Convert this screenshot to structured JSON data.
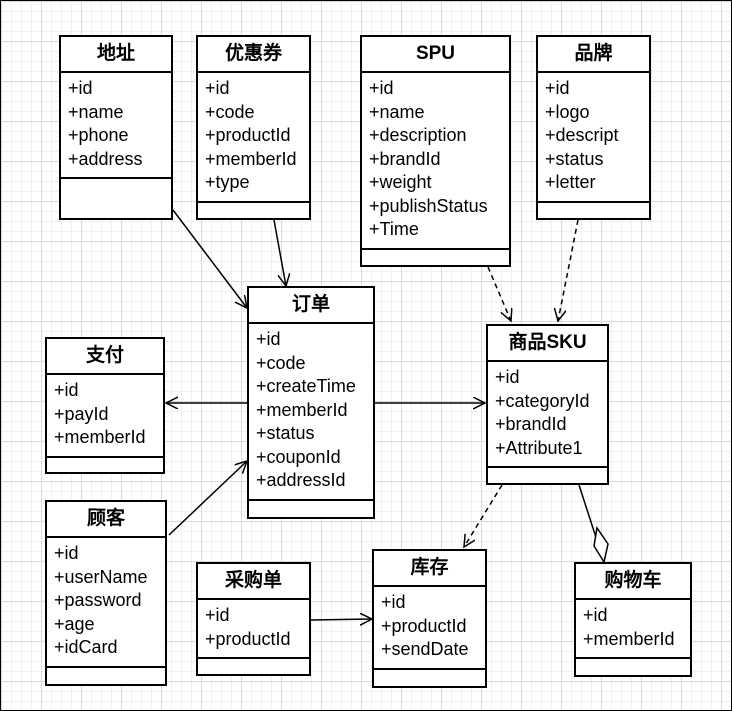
{
  "classes": {
    "address": {
      "name": "地址",
      "attributes": [
        "+id",
        "+name",
        "+phone",
        "+address"
      ]
    },
    "coupon": {
      "name": "优惠券",
      "attributes": [
        "+id",
        "+code",
        "+productId",
        "+memberId",
        "+type"
      ]
    },
    "spu": {
      "name": "SPU",
      "attributes": [
        "+id",
        "+name",
        "+description",
        "+brandId",
        "+weight",
        "+publishStatus",
        "+Time"
      ]
    },
    "brand": {
      "name": "品牌",
      "attributes": [
        "+id",
        "+logo",
        "+descript",
        "+status",
        "+letter"
      ]
    },
    "order": {
      "name": "订单",
      "attributes": [
        "+id",
        "+code",
        "+createTime",
        "+memberId",
        "+status",
        "+couponId",
        "+addressId"
      ]
    },
    "payment": {
      "name": "支付",
      "attributes": [
        "+id",
        "+payId",
        "+memberId"
      ]
    },
    "sku": {
      "name": "商品SKU",
      "attributes": [
        "+id",
        "+categoryId",
        "+brandId",
        "+Attribute1"
      ]
    },
    "customer": {
      "name": "顾客",
      "attributes": [
        "+id",
        "+userName",
        "+password",
        "+age",
        "+idCard"
      ]
    },
    "purchase": {
      "name": "采购单",
      "attributes": [
        "+id",
        "+productId"
      ]
    },
    "inventory": {
      "name": "库存",
      "attributes": [
        "+id",
        "+productId",
        "+sendDate"
      ]
    },
    "cart": {
      "name": "购物车",
      "attributes": [
        "+id",
        "+memberId"
      ]
    }
  },
  "relationships": [
    {
      "from": "address",
      "to": "order",
      "type": "association"
    },
    {
      "from": "coupon",
      "to": "order",
      "type": "association"
    },
    {
      "from": "spu",
      "to": "sku",
      "type": "dependency"
    },
    {
      "from": "brand",
      "to": "sku",
      "type": "dependency"
    },
    {
      "from": "order",
      "to": "payment",
      "type": "association"
    },
    {
      "from": "order",
      "to": "sku",
      "type": "association"
    },
    {
      "from": "customer",
      "to": "order",
      "type": "association"
    },
    {
      "from": "sku",
      "to": "inventory",
      "type": "dependency"
    },
    {
      "from": "cart",
      "to": "sku",
      "type": "aggregation"
    },
    {
      "from": "purchase",
      "to": "inventory",
      "type": "association"
    }
  ],
  "colors": {
    "line": "#000000",
    "grid": "#d9d9d9",
    "background": "#ffffff"
  }
}
